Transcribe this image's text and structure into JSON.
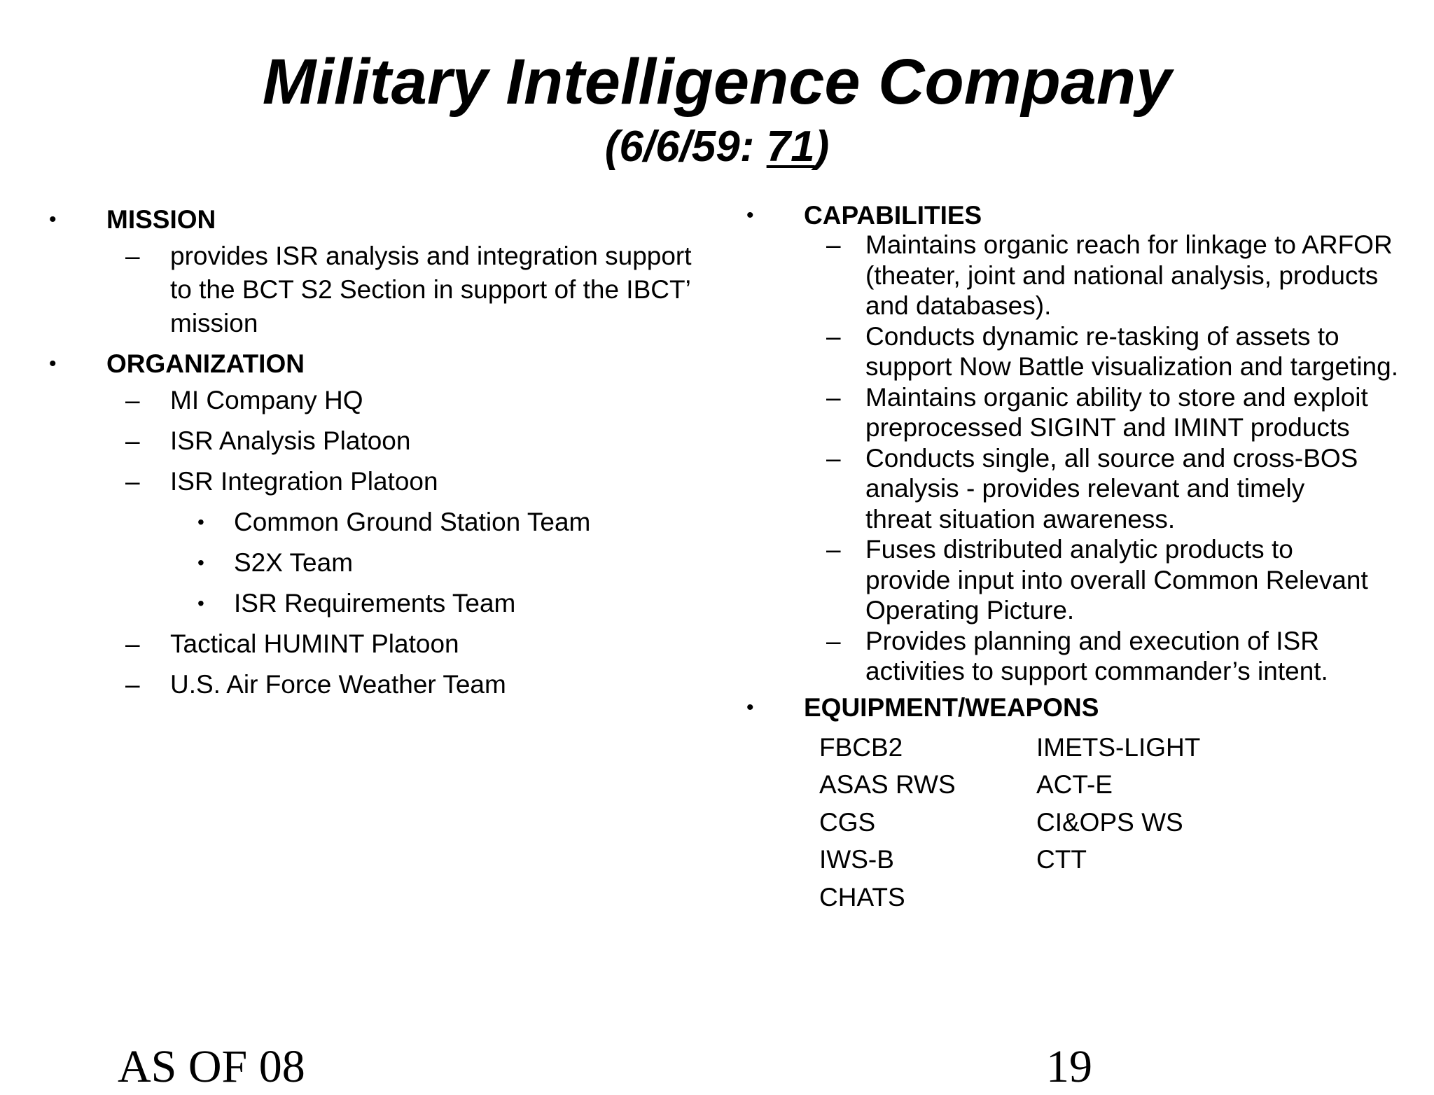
{
  "title": "Military Intelligence Company",
  "subtitle": {
    "prefix": "(6/6/59: ",
    "number": "71",
    "suffix": ")"
  },
  "markers": {
    "bullet": "•",
    "dash": "–"
  },
  "mission": {
    "heading": "MISSION",
    "text": "provides ISR analysis and integration support to the BCT S2 Section in support of the IBCT’ mission"
  },
  "organization": {
    "heading": "ORGANIZATION",
    "items": [
      "MI Company HQ",
      "ISR Analysis Platoon",
      "ISR Integration Platoon"
    ],
    "subitems": [
      "Common Ground Station Team",
      "S2X Team",
      "ISR Requirements Team"
    ],
    "items_after": [
      "Tactical HUMINT Platoon",
      "U.S. Air Force Weather Team"
    ]
  },
  "capabilities": {
    "heading": "CAPABILITIES",
    "items": [
      "Maintains organic reach for linkage to ARFOR (theater, joint and national analysis, products and databases).",
      "Conducts dynamic re-tasking of assets to support Now Battle visualization and targeting.",
      "Maintains organic ability to store and exploit preprocessed SIGINT and IMINT products",
      "Conducts single, all source and cross-BOS analysis - provides relevant and timely threat situation awareness.",
      "Fuses distributed analytic products to provide input into overall Common Relevant Operating Picture.",
      "Provides planning and execution of ISR activities to support commander’s intent."
    ]
  },
  "equipment": {
    "heading": "EQUIPMENT/WEAPONS",
    "cells": [
      "FBCB2",
      "IMETS-LIGHT",
      "ASAS RWS",
      "ACT-E",
      "CGS",
      "CI&OPS WS",
      "IWS-B",
      "CTT",
      "CHATS",
      ""
    ]
  },
  "footer": {
    "left": "AS OF 08",
    "right": "19"
  }
}
